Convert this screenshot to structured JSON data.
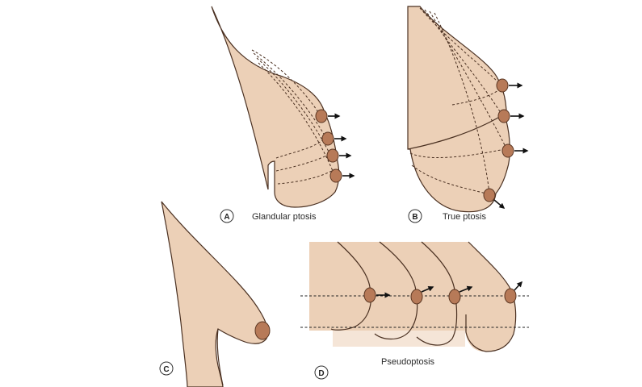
{
  "panels": [
    {
      "id": "A",
      "label": "A",
      "caption": "Glandular ptosis"
    },
    {
      "id": "B",
      "label": "B",
      "caption": "True ptosis"
    },
    {
      "id": "C",
      "label": "C",
      "caption": ""
    },
    {
      "id": "D",
      "label": "D",
      "caption": "Pseudoptosis"
    }
  ],
  "colors": {
    "skin": "#ecd0b7",
    "outline": "#4a3021",
    "nipple": "#b77a58",
    "arrow": "#111111"
  }
}
